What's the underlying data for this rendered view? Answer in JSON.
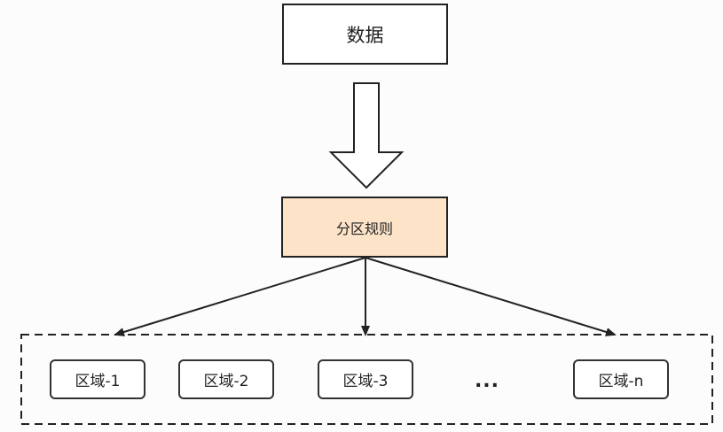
{
  "nodes": {
    "data": "数据",
    "partition_rule": "分区规则"
  },
  "regions": [
    "区域-1",
    "区域-2",
    "区域-3",
    "区域-n"
  ],
  "ellipsis": "...",
  "colors": {
    "stroke": "#222222",
    "rule_fill": "#fde3c8",
    "box_fill": "#ffffff",
    "background": "#fcfcfc"
  }
}
